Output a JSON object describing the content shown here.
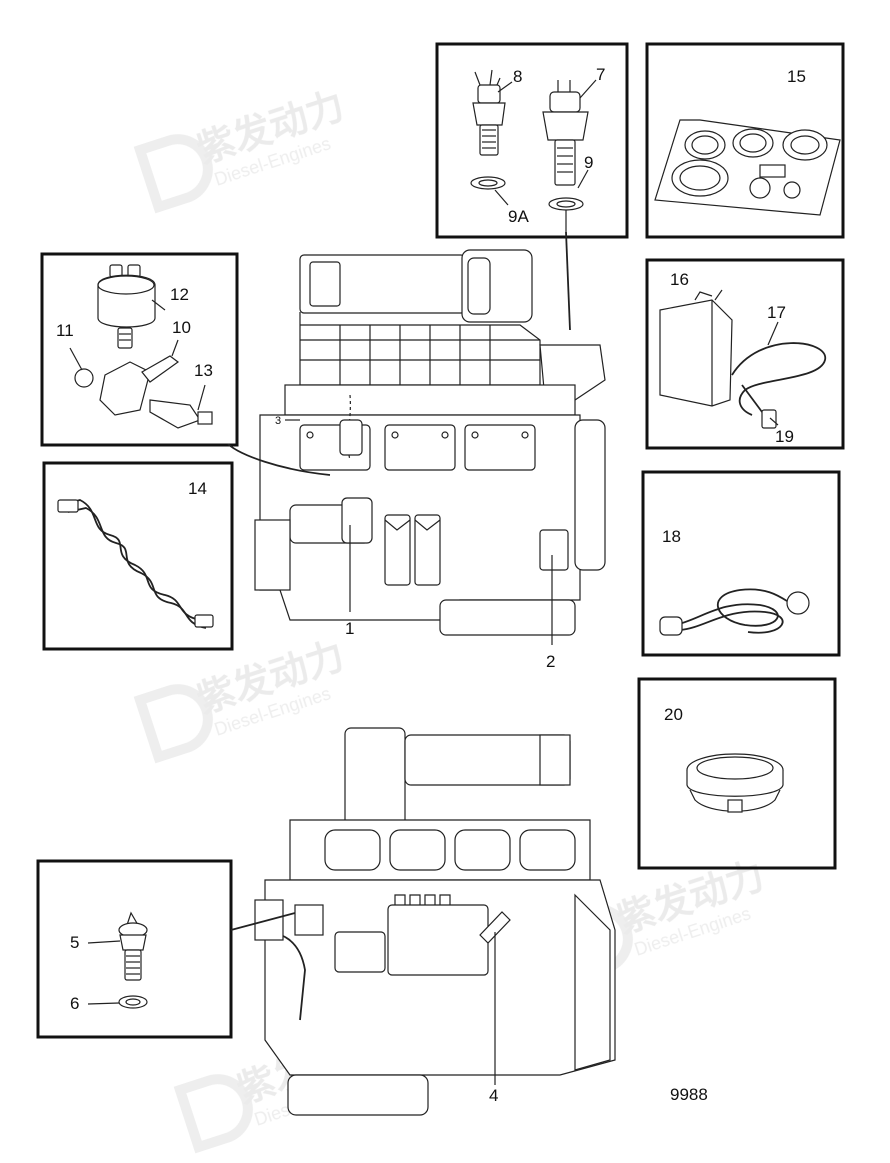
{
  "watermark": {
    "brand": "紫发动力",
    "sub": "Diesel-Engines"
  },
  "diagram_id": "9988",
  "callouts": {
    "c1": "1",
    "c2": "2",
    "c3": "3",
    "c4": "4",
    "c5": "5",
    "c6": "6",
    "c7": "7",
    "c8": "8",
    "c9": "9",
    "c9a": "9A",
    "c10": "10",
    "c11": "11",
    "c12": "12",
    "c13": "13",
    "c14": "14",
    "c15": "15",
    "c16": "16",
    "c17": "17",
    "c18": "18",
    "c19": "19",
    "c20": "20"
  }
}
